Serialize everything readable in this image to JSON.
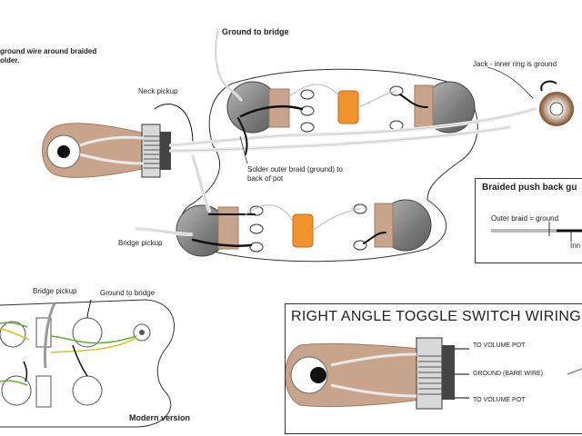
{
  "labels": {
    "ground_to_bridge_top": "Ground to bridge",
    "ground_wire_around_braided_line1": "ground wire around braided",
    "ground_wire_around_braided_line2": "older.",
    "neck_pickup": "Neck pickup",
    "jack_note": "Jack - inner ring is ground",
    "solder_note_line1": "Solder outer braid (ground) to",
    "solder_note_line2": "back of pot",
    "bridge_pickup": "Bridge pickup"
  },
  "braided_box": {
    "title": "Braided push back gu",
    "outer_braid": "Outer braid = ground",
    "inner": "Inn"
  },
  "modern": {
    "bridge_pickup": "Bridge pickup",
    "ground_to_bridge": "Ground to bridge",
    "caption": "Modern version"
  },
  "toggle": {
    "title": "RIGHT ANGLE TOGGLE SWITCH WIRING",
    "to_volume_pot_top": "TO VOLUME POT",
    "ground_bare": "GROUND (BARE WIRE)",
    "to_volume_pot_bottom": "TO VOLUME POT"
  },
  "colors": {
    "wood": "#c9a48c",
    "wood_edge": "#a07a60",
    "pot_gray": "#8a8a8a",
    "pot_light": "#d8d8d8",
    "capacitor": "#f0922e",
    "wire_white": "#e9e9e9",
    "wire_gray": "#9c9c9c",
    "wire_black": "#111111",
    "ring_brown": "#8b5a3c"
  }
}
